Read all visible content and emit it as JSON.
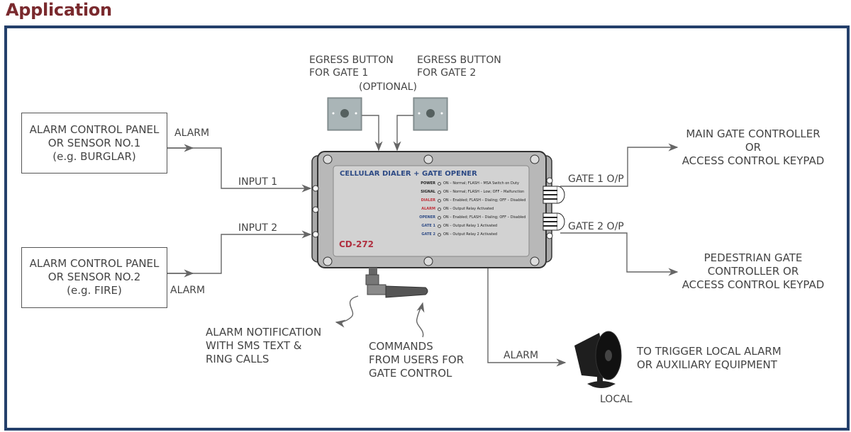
{
  "header": {
    "title": "Application"
  },
  "colors": {
    "title": "#7a2a2e",
    "frame": "#24406b",
    "panel_title": "#2d4a85",
    "model": "#b03040",
    "line": "#666666"
  },
  "inputs": [
    {
      "box_lines": [
        "ALARM CONTROL PANEL",
        "OR SENSOR NO.1",
        "(e.g. BURGLAR)"
      ],
      "signal": "ALARM",
      "port": "INPUT 1"
    },
    {
      "box_lines": [
        "ALARM CONTROL PANEL",
        "OR SENSOR NO.2",
        "(e.g. FIRE)"
      ],
      "signal": "ALARM",
      "port": "INPUT 2"
    }
  ],
  "egress": {
    "button1": [
      "EGRESS BUTTON",
      "FOR GATE 1"
    ],
    "button2": [
      "EGRESS BUTTON",
      "FOR GATE 2"
    ],
    "optional": "(OPTIONAL)"
  },
  "device": {
    "title": "CELLULAR DIALER + GATE OPENER",
    "model": "CD-272",
    "leds": [
      {
        "name": "POWER",
        "color": "#222222",
        "desc": "ON – Normal;  FLASH – MSA Switch on Duty"
      },
      {
        "name": "SIGNAL",
        "color": "#222222",
        "desc": "ON – Normal;  FLASH – Low;   OFF – Malfunction"
      },
      {
        "name": "DIALER",
        "color": "#c0303a",
        "desc": "ON – Enabled;  FLASH – Dialing;  OFF – Disabled"
      },
      {
        "name": "ALARM",
        "color": "#c0303a",
        "desc": "ON – Output Relay Activated"
      },
      {
        "name": "OPENER",
        "color": "#2d4a85",
        "desc": "ON – Enabled;  FLASH – Dialing;  OFF – Disabled"
      },
      {
        "name": "GATE 1",
        "color": "#2d4a85",
        "desc": "ON – Output Relay 1 Activated"
      },
      {
        "name": "GATE 2",
        "color": "#2d4a85",
        "desc": "ON – Output Relay 2 Activated"
      }
    ]
  },
  "outputs": [
    {
      "port": "GATE 1 O/P",
      "target_lines": [
        "MAIN GATE CONTROLLER",
        "OR",
        "ACCESS CONTROL KEYPAD"
      ]
    },
    {
      "port": "GATE 2 O/P",
      "target_lines": [
        "PEDESTRIAN GATE",
        "CONTROLLER OR",
        "ACCESS CONTROL KEYPAD"
      ]
    }
  ],
  "antenna": {
    "out_lines": [
      "ALARM NOTIFICATION",
      "WITH SMS TEXT &",
      "RING CALLS"
    ],
    "in_lines": [
      "COMMANDS",
      "FROM USERS FOR",
      "GATE CONTROL"
    ]
  },
  "siren": {
    "signal": "ALARM",
    "caption": "LOCAL",
    "desc_lines": [
      "TO TRIGGER LOCAL ALARM",
      "OR AUXILIARY EQUIPMENT"
    ]
  }
}
